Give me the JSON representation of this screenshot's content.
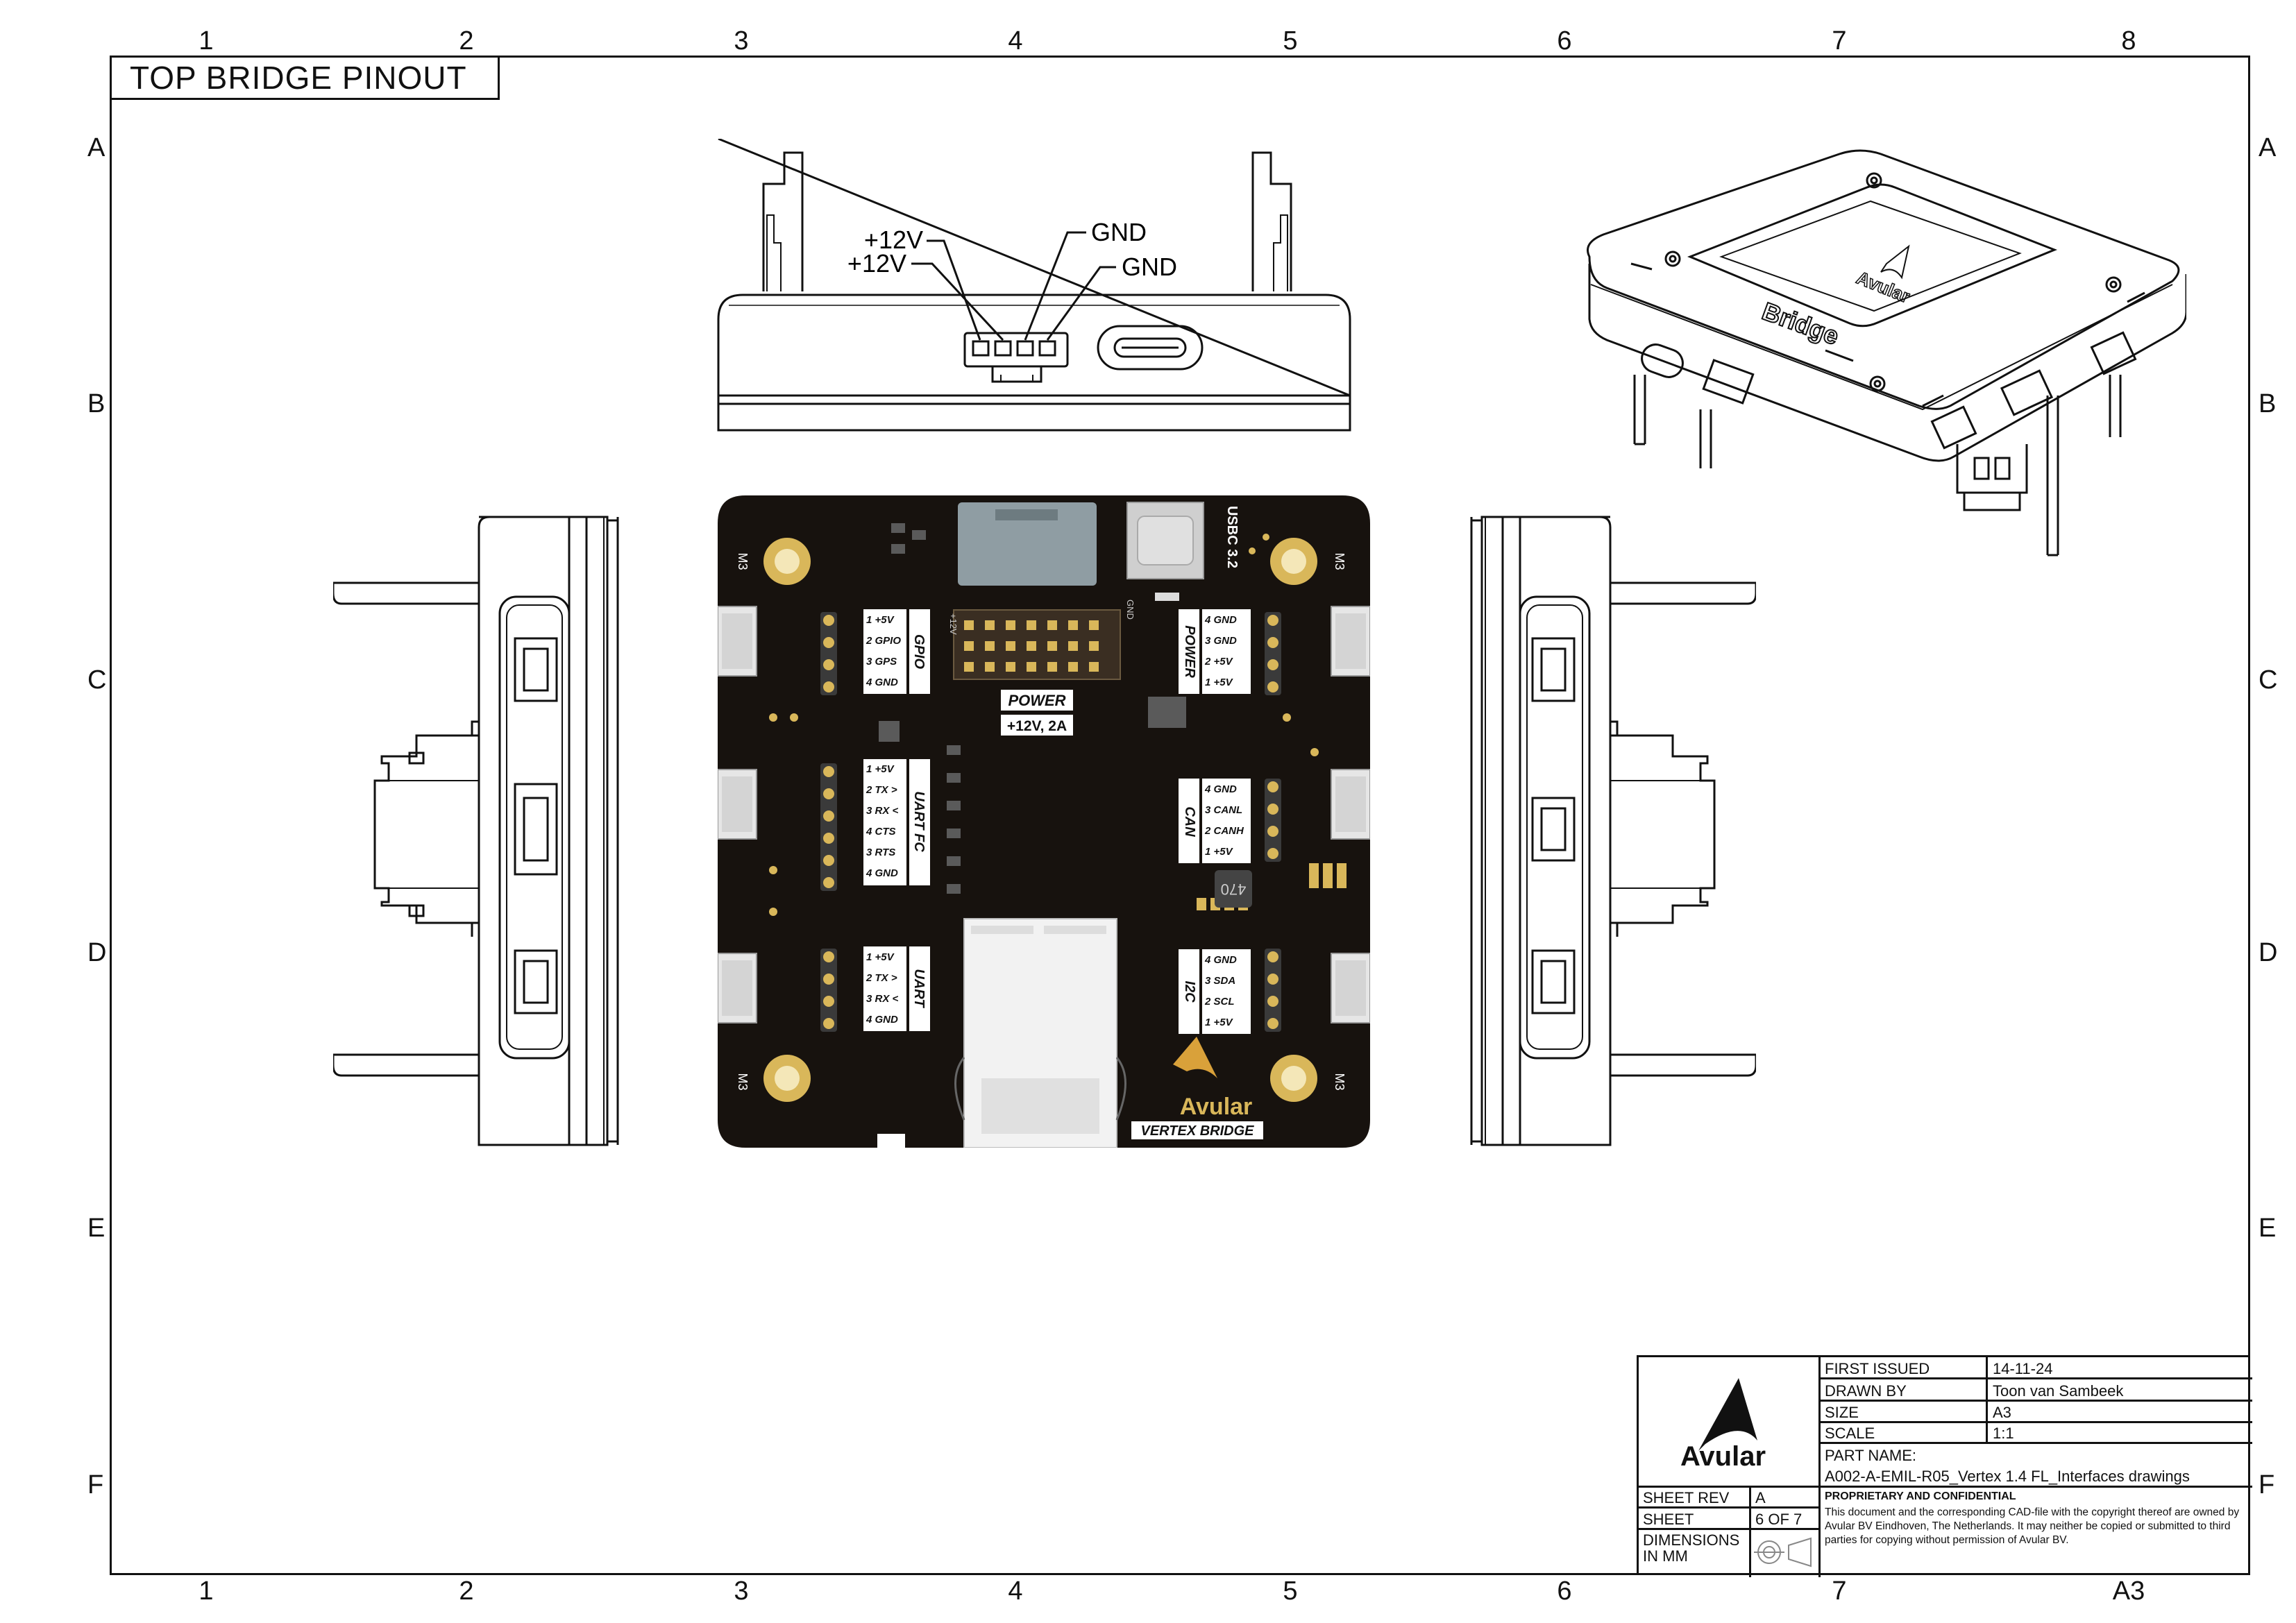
{
  "title": "TOP BRIDGE PINOUT",
  "grid": {
    "columns": [
      "1",
      "2",
      "3",
      "4",
      "5",
      "6",
      "7",
      "8"
    ],
    "bottom_columns": [
      "1",
      "2",
      "3",
      "4",
      "5",
      "6",
      "7",
      "A3"
    ],
    "rows": [
      "A",
      "B",
      "C",
      "D",
      "E",
      "F"
    ]
  },
  "front_view": {
    "labels": [
      "+12V",
      "+12V",
      "GND",
      "GND"
    ]
  },
  "pcb": {
    "brand": "Avular",
    "product": "VERTEX BRIDGE",
    "usb_label": "USBC 3.2",
    "mount_label": "M3",
    "inductor": "470",
    "power_center_title": "POWER",
    "power_center_spec": "+12V, 2A",
    "silk_12v": "+12V",
    "silk_gnd": "GND",
    "gpio": {
      "name": "GPIO",
      "pins": [
        "1 +5V",
        "2 GPIO",
        "3 GPS",
        "4 GND"
      ]
    },
    "uart_fc": {
      "name": "UART FC",
      "pins": [
        "1 +5V",
        "2 TX >",
        "3 RX <",
        "4 CTS",
        "3 RTS",
        "4 GND"
      ]
    },
    "uart": {
      "name": "UART",
      "pins": [
        "1 +5V",
        "2 TX >",
        "3 RX <",
        "4 GND"
      ]
    },
    "power_right": {
      "name": "POWER",
      "pins": [
        "4 GND",
        "3 GND",
        "2 +5V",
        "1 +5V"
      ]
    },
    "can": {
      "name": "CAN",
      "pins": [
        "4 GND",
        "3 CANL",
        "2 CANH",
        "1 +5V"
      ]
    },
    "i2c": {
      "name": "I2C",
      "pins": [
        "4 GND",
        "3 SDA",
        "2 SCL",
        "1 +5V"
      ]
    }
  },
  "iso_view": {
    "label": "Bridge",
    "brand": "Avular"
  },
  "title_block": {
    "logo_text": "Avular",
    "first_issued_label": "FIRST ISSUED",
    "first_issued": "14-11-24",
    "drawn_by_label": "DRAWN BY",
    "drawn_by": "Toon van Sambeek",
    "size_label": "SIZE",
    "size": "A3",
    "scale_label": "SCALE",
    "scale": "1:1",
    "part_name_label": "PART NAME:",
    "part_name": "A002-A-EMIL-R05_Vertex 1.4 FL_Interfaces drawings",
    "sheet_rev_label": "SHEET REV",
    "sheet_rev": "A",
    "sheet_label": "SHEET",
    "sheet": "6 OF 7",
    "dimensions_label": "DIMENSIONS IN MM",
    "confidential_title": "PROPRIETARY AND CONFIDENTIAL",
    "confidential_text": "This document and the corresponding CAD-file with the copyright thereof are owned by Avular BV Eindhoven, The Netherlands. It may neither be copied or submitted to third parties for copying without permission of Avular BV."
  }
}
